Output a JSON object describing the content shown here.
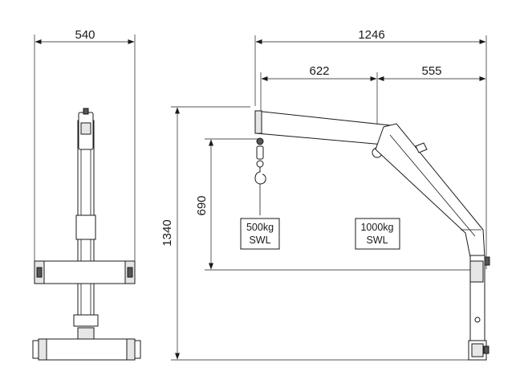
{
  "dimensions": {
    "front_width": "540",
    "side_reach": "1246",
    "reach_inner": "622",
    "reach_outer": "555",
    "total_height": "1340",
    "hook_height": "690"
  },
  "load_labels": {
    "inner": {
      "weight": "500kg",
      "rating": "SWL"
    },
    "outer": {
      "weight": "1000kg",
      "rating": "SWL"
    }
  }
}
